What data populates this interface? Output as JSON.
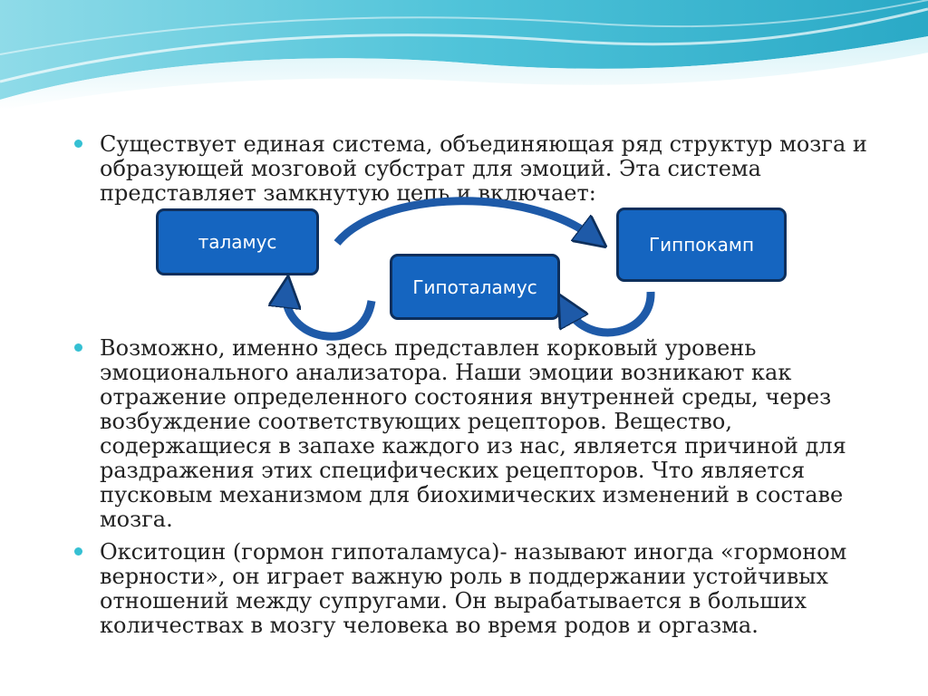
{
  "bullets": [
    "Существует единая система, объединяющая ряд структур мозга и образующей мозговой субстрат для эмоций. Эта система представляет замкнутую цепь и включает:",
    "Возможно, именно здесь представлен корковый уровень эмоционального анализатора. Наши эмоции возникают как отражение определенного состояния внутренней среды, через возбуждение соответствующих рецепторов. Вещество, содержащиеся в запахе каждого из нас, является причиной для раздражения этих специфических рецепторов. Что является пусковым механизмом для биохимических изменений в составе мозга.",
    "Окситоцин (гормон гипоталамуса)- называют иногда «гормоном верности», он играет важную роль в поддержании устойчивых отношений между супругами. Он вырабатывается в больших количествах в мозгу человека во время родов и оргазма."
  ],
  "diagram": {
    "nodes": {
      "thalamus": "таламус",
      "hippocampus": "Гиппокамп",
      "hypothalamus": "Гипоталамус"
    }
  },
  "colors": {
    "node_fill": "#1565c0",
    "node_border": "#0d2f5c",
    "arrow": "#1e5aa8",
    "bullet": "#35c0d3",
    "wave": "#4fc3d9"
  }
}
